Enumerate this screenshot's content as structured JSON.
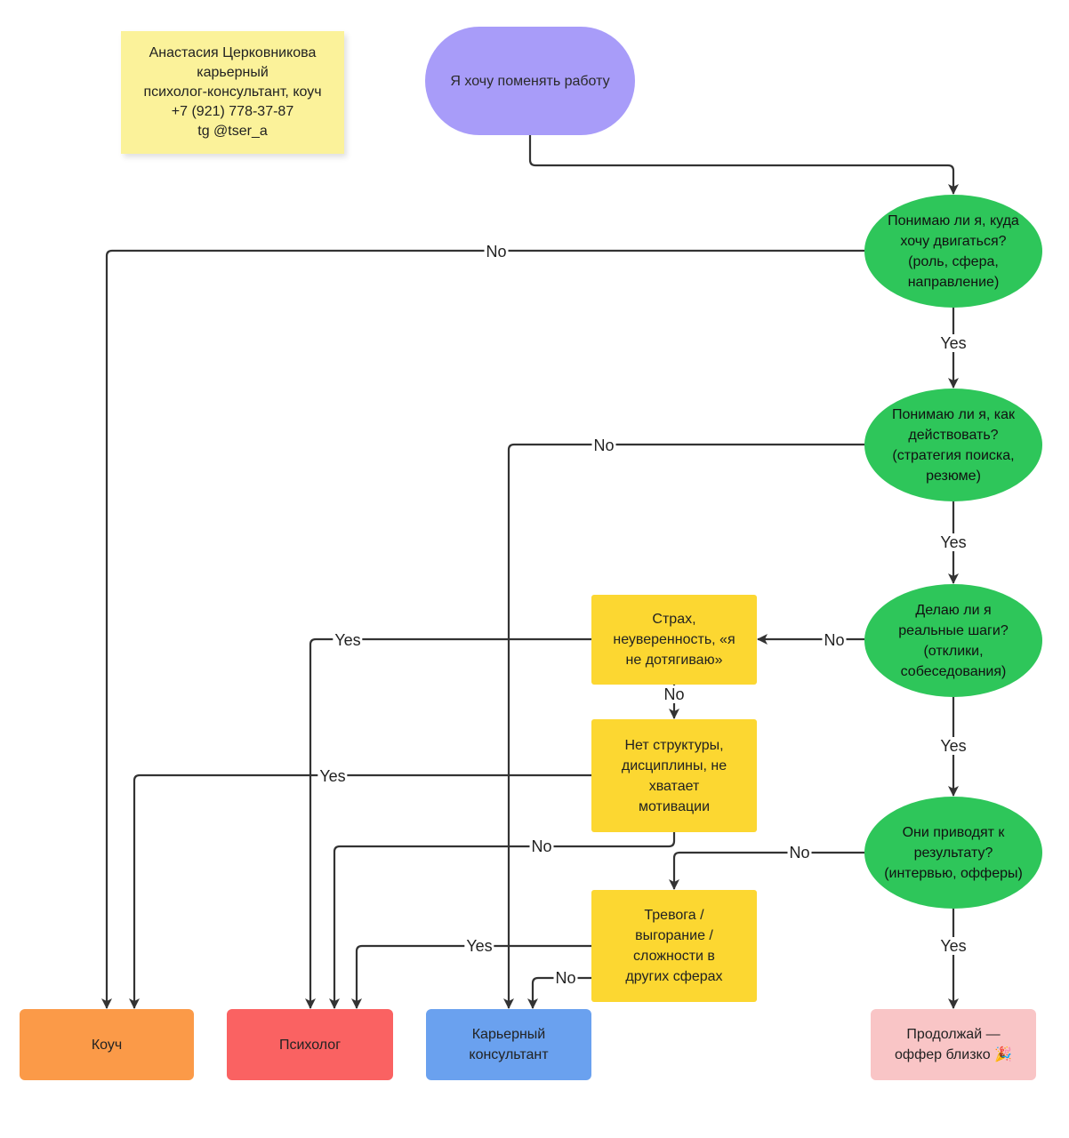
{
  "author_note": {
    "name": "Анастасия Церковникова",
    "role_line1": "карьерный",
    "role_line2": "психолог-консультант, коуч",
    "phone": "+7 (921) 778-37-87",
    "telegram": "tg @tser_a"
  },
  "start": "Я хочу поменять работу",
  "decisions": {
    "direction": "Понимаю ли я, куда\nхочу двигаться?\n(роль, сфера,\nнаправление)",
    "strategy": "Понимаю ли я, как\nдействовать?\n(стратегия поиска,\nрезюме)",
    "actions": "Делаю ли я\nреальные шаги?\n(отклики,\nсобеседования)",
    "results": "Они приводят к\nрезультату?\n(интервью, офферы)"
  },
  "diagnostics": {
    "fear": "Страх,\nнеуверенность, «я\nне дотягиваю»",
    "structure": "Нет структуры,\nдисциплины, не\nхватает\nмотивации",
    "anxiety": "Тревога /\nвыгорание /\nсложности в\nдругих сферах"
  },
  "outcomes": {
    "coach": "Коуч",
    "psychologist": "Психолог",
    "career_consultant": "Карьерный\nконсультант",
    "continue": "Продолжай —\nоффер близко 🎉"
  },
  "edge_labels": {
    "direction_no": "No",
    "direction_yes": "Yes",
    "strategy_no": "No",
    "strategy_yes": "Yes",
    "actions_no": "No",
    "actions_yes": "Yes",
    "fear_yes": "Yes",
    "fear_no": "No",
    "structure_yes": "Yes",
    "structure_no": "No",
    "results_no": "No",
    "results_yes": "Yes",
    "anxiety_yes": "Yes",
    "anxiety_no": "No"
  },
  "colors": {
    "sticky": "#fbf29a",
    "start": "#a89cf9",
    "decision": "#2ec65a",
    "diagnostic": "#fcd731",
    "coach": "#fb9a48",
    "psychologist": "#fa6262",
    "career_consultant": "#6aa1ef",
    "continue": "#f9c5c6",
    "connector": "#333333"
  }
}
